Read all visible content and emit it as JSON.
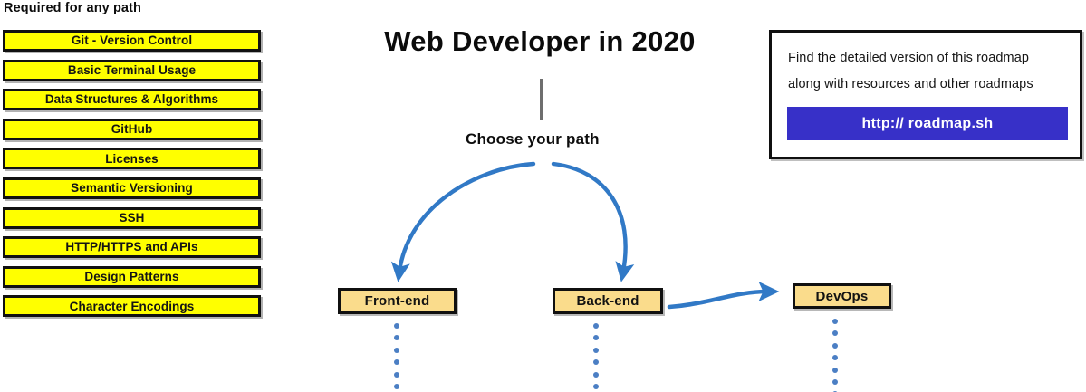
{
  "required_section": {
    "heading": "Required for any path",
    "items": [
      {
        "label": "Git - Version Control"
      },
      {
        "label": "Basic Terminal Usage"
      },
      {
        "label": "Data Structures & Algorithms"
      },
      {
        "label": "GitHub"
      },
      {
        "label": "Licenses"
      },
      {
        "label": "Semantic Versioning"
      },
      {
        "label": "SSH"
      },
      {
        "label": "HTTP/HTTPS and APIs"
      },
      {
        "label": "Design Patterns"
      },
      {
        "label": "Character Encodings"
      }
    ]
  },
  "center": {
    "title": "Web Developer in 2020",
    "choose_path_label": "Choose your path",
    "paths": [
      {
        "label": "Front-end"
      },
      {
        "label": "Back-end"
      },
      {
        "label": "DevOps"
      }
    ]
  },
  "info_card": {
    "line_1": "Find the detailed version of this roadmap",
    "line_2": "along with resources and other roadmaps",
    "url_label": "http:// roadmap.sh"
  },
  "colors": {
    "required_fill": "#ffff00",
    "path_fill": "#fadc8c",
    "arrow_blue": "#3179c6",
    "dot_blue": "#4b7fc4",
    "url_button": "#3730c8",
    "stem_gray": "#6e6e6e",
    "border_black": "#101010"
  }
}
